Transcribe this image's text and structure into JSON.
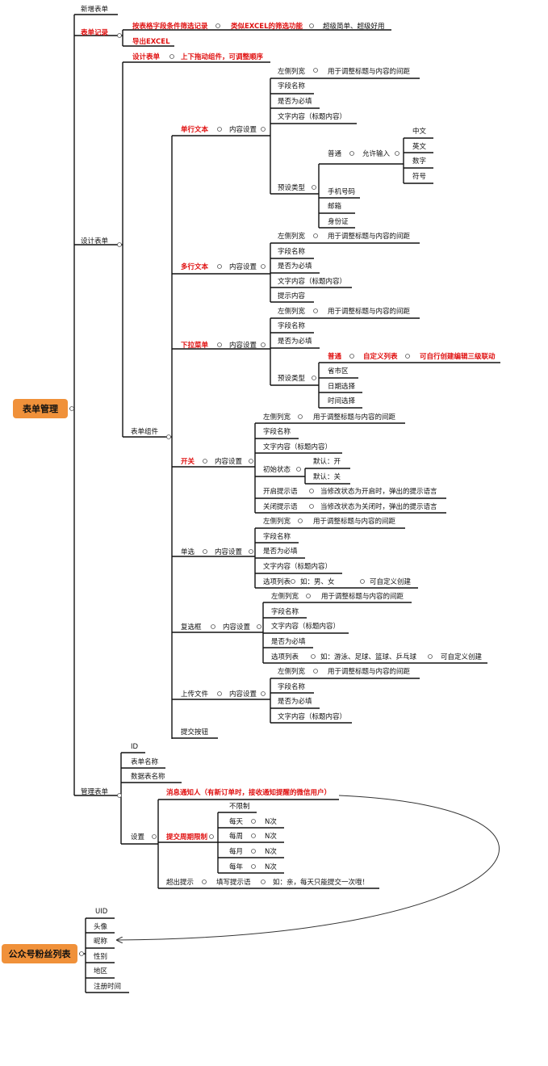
{
  "colors": {
    "root_fill": "#f0913a",
    "highlight_text": "#e01010",
    "line": "#111111"
  },
  "roots": {
    "form_management": "表单管理",
    "fans_list": "公众号粉丝列表"
  },
  "top": {
    "new_form": "新增表单",
    "form_records": "表单记录",
    "rec_filter": "按表格字段条件筛选记录",
    "rec_excel_like": "类似EXCEL的筛选功能",
    "rec_simple": "超级简单、超级好用",
    "export_excel": "导出EXCEL",
    "design_form": "设计表单",
    "manage_form": "管理表单"
  },
  "design": {
    "design_form2": "设计表单",
    "drag_note": "上下拖动组件，可调整顺序",
    "components": "表单组件"
  },
  "single": {
    "name": "单行文本",
    "content": "内容设置",
    "left_margin": "左侧列宽",
    "left_margin_desc": "用于调整标题与内容的间距",
    "field_name": "字段名称",
    "required": "是否为必填",
    "text_content": "文字内容（标题内容）",
    "preset_type": "预设类型",
    "normal": "普通",
    "allow_input": "允许输入",
    "chinese": "中文",
    "english": "英文",
    "number": "数字",
    "symbol": "符号",
    "phone": "手机号码",
    "email": "邮箱",
    "id_card": "身份证"
  },
  "multi": {
    "name": "多行文本",
    "content": "内容设置",
    "left_margin": "左侧列宽",
    "left_margin_desc": "用于调整标题与内容的间距",
    "field_name": "字段名称",
    "required": "是否为必填",
    "text_content": "文字内容（标题内容）",
    "hint": "提示内容"
  },
  "dropdown": {
    "name": "下拉菜单",
    "content": "内容设置",
    "left_margin": "左侧列宽",
    "left_margin_desc": "用于调整标题与内容的间距",
    "field_name": "字段名称",
    "required": "是否为必填",
    "preset_type": "预设类型",
    "normal": "普通",
    "custom_list": "自定义列表",
    "three_level": "可自行创建编辑三级联动",
    "province": "省市区",
    "date": "日期选择",
    "time": "时间选择"
  },
  "switch": {
    "name": "开关",
    "content": "内容设置",
    "left_margin": "左侧列宽",
    "left_margin_desc": "用于调整标题与内容的间距",
    "field_name": "字段名称",
    "text_content": "文字内容（标题内容）",
    "init_state": "初始状态",
    "default_on": "默认：开",
    "default_off": "默认：关",
    "on_hint": "开启提示语",
    "on_hint_desc": "当修改状态为开启时，弹出的提示语言",
    "off_hint": "关闭提示语",
    "off_hint_desc": "当修改状态为关闭时，弹出的提示语言"
  },
  "radio": {
    "name": "单选",
    "content": "内容设置",
    "left_margin": "左侧列宽",
    "left_margin_desc": "用于调整标题与内容的间距",
    "field_name": "字段名称",
    "required": "是否为必填",
    "text_content": "文字内容（标题内容）",
    "options": "选项列表",
    "options_example": "如：男、女",
    "options_custom": "可自定义创建"
  },
  "checkbox": {
    "name": "复选框",
    "content": "内容设置",
    "left_margin": "左侧列宽",
    "left_margin_desc": "用于调整标题与内容的间距",
    "field_name": "字段名称",
    "text_content": "文字内容（标题内容）",
    "required": "是否为必填",
    "options": "选项列表",
    "options_example": "如：游泳、足球、篮球、乒乓球",
    "options_custom": "可自定义创建"
  },
  "upload": {
    "name": "上传文件",
    "content": "内容设置",
    "left_margin": "左侧列宽",
    "left_margin_desc": "用于调整标题与内容的间距",
    "field_name": "字段名称",
    "required": "是否为必填",
    "text_content": "文字内容（标题内容）"
  },
  "submit_button": "提交按钮",
  "manage": {
    "id": "ID",
    "form_name": "表单名称",
    "db_name": "数据表名称",
    "settings": "设置",
    "notify": "消息通知人（有新订单时，接收通知提醒的微信用户）",
    "submit_limit": "提交周期限制",
    "unlimited": "不限制",
    "daily": "每天",
    "weekly": "每周",
    "monthly": "每月",
    "yearly": "每年",
    "n_times": "N次",
    "exceed_hint": "超出提示",
    "fill_hint": "填写提示语",
    "example": "如：亲，每天只能提交一次哦！"
  },
  "fans": {
    "uid": "UID",
    "avatar": "头像",
    "nickname": "昵称",
    "gender": "性别",
    "region": "地区",
    "register_time": "注册时间"
  }
}
